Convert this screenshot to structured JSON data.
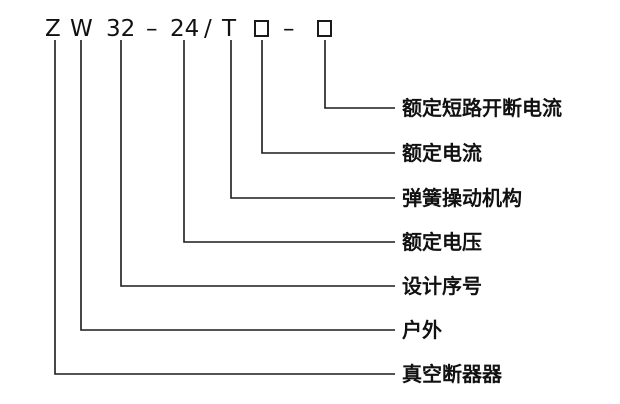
{
  "model_code": {
    "z": "Z",
    "w": "W",
    "n32": "32",
    "dash1": "–",
    "n24": "24",
    "slash": "/",
    "t": "T",
    "dash2": "–"
  },
  "labels": {
    "rated_short_circuit_breaking_current": "额定短路开断电流",
    "rated_current": "额定电流",
    "spring_operating_mechanism": "弹簧操动机构",
    "rated_voltage": "额定电压",
    "design_serial_number": "设计序号",
    "outdoor": "户外",
    "vacuum_circuit_breaker": "真空断器器"
  },
  "colors": {
    "line": "#1a1a1a",
    "text": "#111111"
  }
}
